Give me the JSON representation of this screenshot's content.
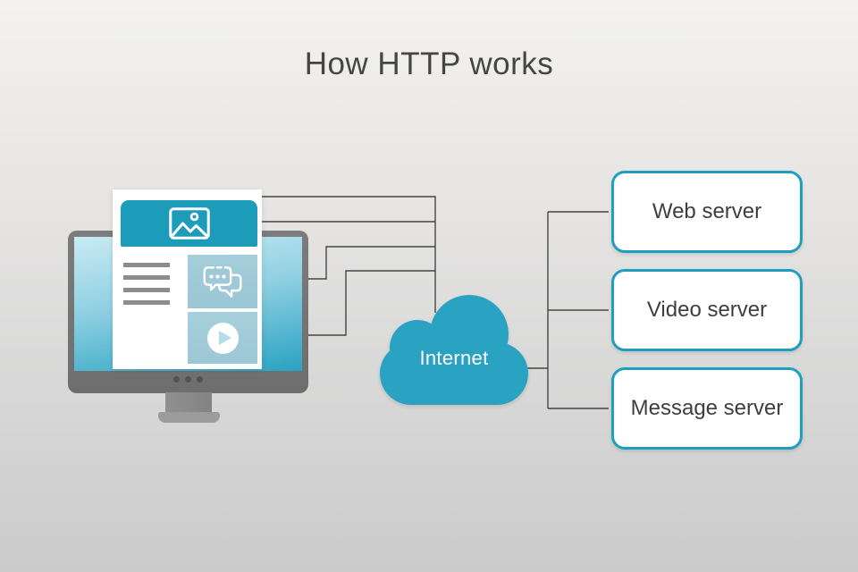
{
  "title": "How HTTP works",
  "client": {
    "name": "client-computer",
    "webpage": {
      "banner_icon": "image-icon",
      "text_line_count": 4,
      "content_tiles": [
        {
          "icon": "chat-icon"
        },
        {
          "icon": "play-icon"
        }
      ]
    }
  },
  "cloud": {
    "label": "Internet",
    "color": "#2aa2c2"
  },
  "servers": [
    {
      "label": "Web server"
    },
    {
      "label": "Video server"
    },
    {
      "label": "Message server"
    }
  ],
  "colors": {
    "accent": "#1d9cba",
    "cloud": "#2aa2c2",
    "tile_blue": "#9fc9d7",
    "server_border": "#1e9fbe",
    "connector": "#454545",
    "text_dark": "#3e3e3e",
    "monitor_gray": "#757575",
    "background_top": "#f3f2f0",
    "background_bottom": "#cbcbcb"
  }
}
